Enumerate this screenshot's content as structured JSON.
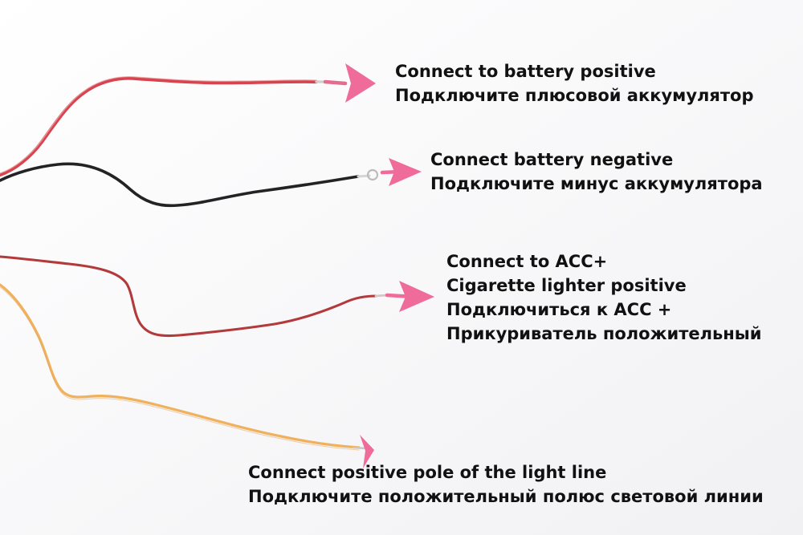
{
  "labels": {
    "battery_positive": {
      "en": "Connect to battery positive",
      "ru": "Подключите плюсовой аккумулятор"
    },
    "battery_negative": {
      "en": "Connect battery negative",
      "ru": "Подключите минус аккумулятора"
    },
    "acc": {
      "en_1": "Connect to ACC+",
      "en_2": "Cigarette lighter positive",
      "ru_1": "Подключиться к ACC +",
      "ru_2": "Прикуриватель положительный"
    },
    "light_line": {
      "en": "Connect positive pole of the light line",
      "ru": "Подключите положительный полюс световой линии"
    }
  },
  "colors": {
    "background": "#f6f6f8",
    "red_wire": "#d7434f",
    "black_wire": "#232323",
    "dark_red_wire": "#b23a3a",
    "orange_wire": "#efb15d",
    "arrow": "#ef6b9a",
    "text": "#111111"
  }
}
